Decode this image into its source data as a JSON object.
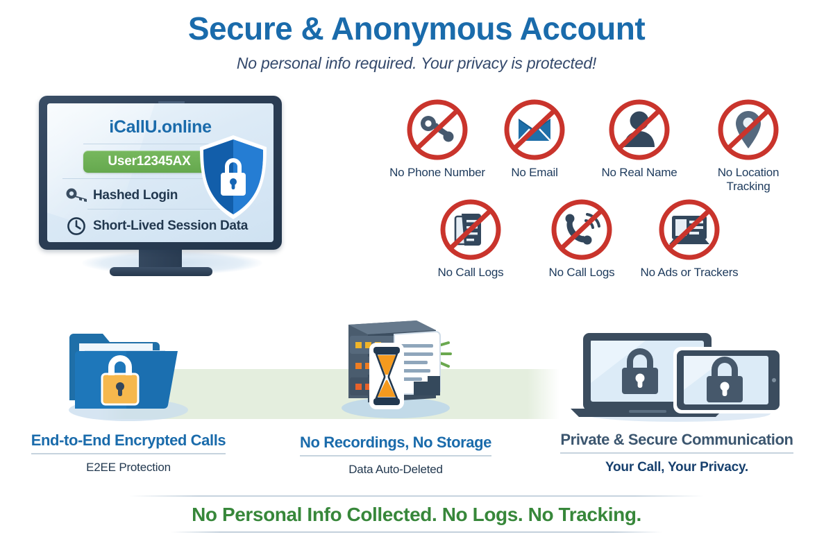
{
  "header": {
    "title": "Secure & Anonymous Account",
    "subtitle": "No personal info required.  Your privacy is protected!",
    "title_color": "#1a6bab",
    "subtitle_color": "#33486b"
  },
  "monitor": {
    "site_name": "iCallU.online",
    "username_badge": "User12345AX",
    "badge_color": "#65a84e",
    "rows": [
      {
        "icon": "key-icon",
        "label": "Hashed Login"
      },
      {
        "icon": "clock-icon",
        "label": "Short-Lived Session Data"
      }
    ],
    "shield_icon": "shield-lock-icon",
    "shield_color": "#1565b5"
  },
  "prohibitions": {
    "ring_color": "#c9342c",
    "row1": [
      {
        "icon": "phone-handset-icon",
        "label": "No Phone Number"
      },
      {
        "icon": "envelope-icon",
        "label": "No Email"
      },
      {
        "icon": "person-icon",
        "label": "No Real Name"
      },
      {
        "icon": "map-pin-icon",
        "label": "No Location\nTracking"
      }
    ],
    "row2": [
      {
        "icon": "documents-icon",
        "label": "No Call Logs"
      },
      {
        "icon": "phone-ringing-icon",
        "label": "No Call Logs"
      },
      {
        "icon": "monitor-ad-icon",
        "label": "No Ads or Trackers"
      }
    ]
  },
  "panels": [
    {
      "icon": "folder-lock-icon",
      "heading": "End-to-End Encrypted Calls",
      "heading_color": "#1a6bab",
      "subtext": "E2EE Protection"
    },
    {
      "icon": "server-hourglass-icon",
      "heading": "No Recordings, No Storage",
      "heading_color": "#1a6bab",
      "subtext": "Data Auto-Deleted"
    },
    {
      "icon": "laptop-tablet-lock-icon",
      "heading": "Private & Secure Communication",
      "heading_color": "#3c566f",
      "subtext": "Your Call, Your Privacy."
    }
  ],
  "footer": {
    "text": "No Personal Info Collected. No Logs. No Tracking.",
    "color": "#37873a"
  }
}
